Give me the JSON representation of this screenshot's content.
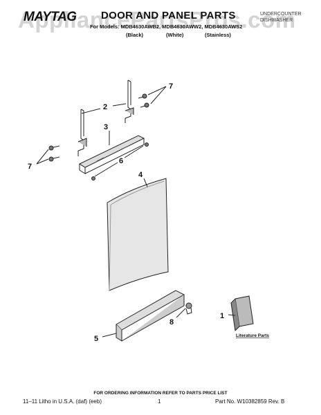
{
  "header": {
    "brand": "MAYTAG",
    "title": "DOOR AND PANEL PARTS",
    "product_type_line1": "UNDERCOUNTER",
    "product_type_line2": "DISHWASHER",
    "models_line": "For Models: MDB4630AWB2, MDB4630AWW2, MDB4630AWS2",
    "variants": [
      "(Black)",
      "(White)",
      "(Stainless)"
    ]
  },
  "watermark": "AppliancePartsPros.com",
  "callouts": {
    "c1": "1",
    "c2": "2",
    "c3": "3",
    "c4": "4",
    "c5": "5",
    "c6": "6",
    "c7a": "7",
    "c7b": "7",
    "c8": "8"
  },
  "literature_label": "Literature Parts",
  "footer": {
    "note": "FOR ORDERING INFORMATION REFER TO PARTS PRICE LIST",
    "left": "11–11 Litho in U.S.A. (daf) (eeb)",
    "page": "1",
    "right": "Part No. W10382859 Rev. B"
  }
}
